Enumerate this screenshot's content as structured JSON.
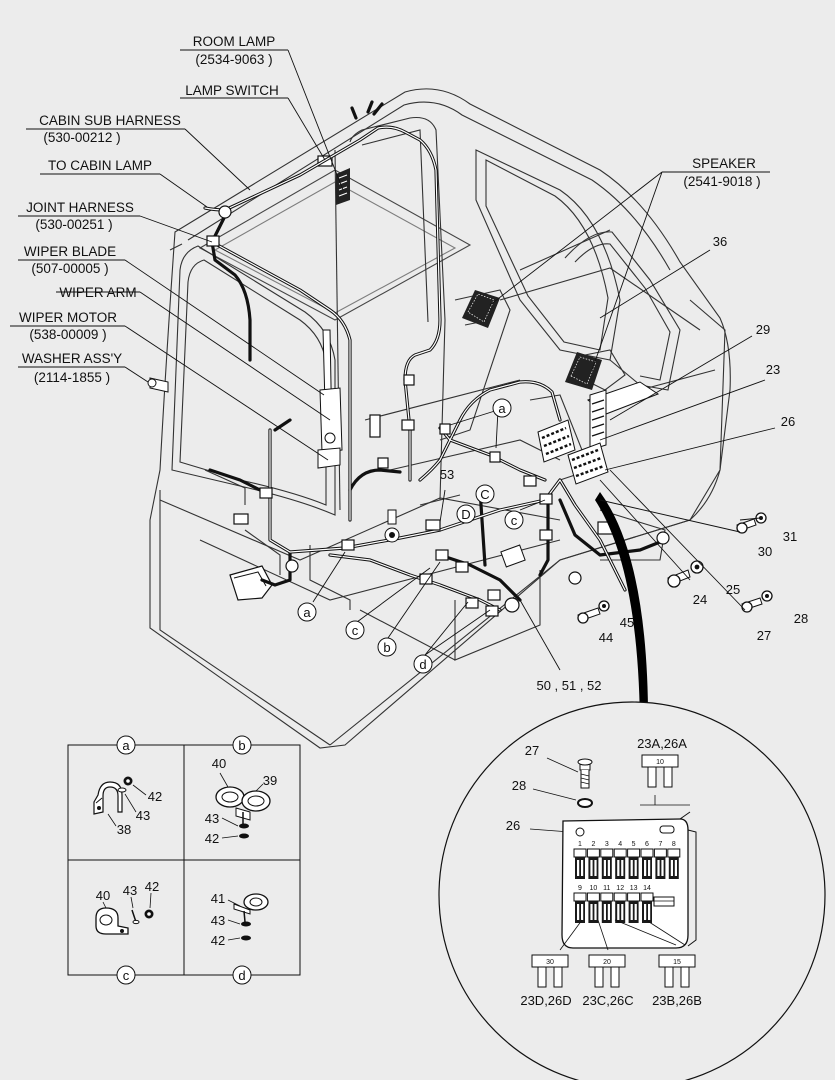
{
  "labels": {
    "room_lamp": "ROOM LAMP",
    "room_lamp_part": "(2534-9063 )",
    "lamp_switch": "LAMP SWITCH",
    "cabin_sub_harness": "CABIN SUB HARNESS",
    "cabin_sub_harness_part": "(530-00212 )",
    "to_cabin_lamp": "TO CABIN LAMP",
    "joint_harness": "JOINT HARNESS",
    "joint_harness_part": "(530-00251 )",
    "wiper_blade": "WIPER BLADE",
    "wiper_blade_part": "(507-00005 )",
    "wiper_arm": "WIPER ARM",
    "wiper_motor": "WIPER MOTOR",
    "wiper_motor_part": "(538-00009 )",
    "washer_assy": "WASHER ASS'Y",
    "washer_assy_part": "(2114-1855 )",
    "speaker": "SPEAKER",
    "speaker_part": "(2541-9018 )"
  },
  "callouts": {
    "n36": "36",
    "n29": "29",
    "n23": "23",
    "n26": "26",
    "n31": "31",
    "n30": "30",
    "n25": "25",
    "n24": "24",
    "n28": "28",
    "n27": "27",
    "n45": "45",
    "n44": "44",
    "n53": "53",
    "n50_51_52": "50 , 51 , 52"
  },
  "letters": {
    "a": "a",
    "b": "b",
    "c": "c",
    "d": "d",
    "C": "C",
    "D": "D"
  },
  "details": {
    "a": {
      "letter": "a",
      "parts": [
        "42",
        "43",
        "38"
      ]
    },
    "b": {
      "letter": "b",
      "parts": [
        "40",
        "39",
        "43",
        "42"
      ]
    },
    "c": {
      "letter": "c",
      "parts": [
        "40",
        "43",
        "42"
      ]
    },
    "d": {
      "letter": "d",
      "parts": [
        "41",
        "43",
        "42"
      ]
    }
  },
  "fuse_detail": {
    "n27": "27",
    "n28": "28",
    "n26": "26",
    "top_label": "23A,26A",
    "top_fuse": "10",
    "row1_numbers": [
      "1",
      "2",
      "3",
      "4",
      "5",
      "6",
      "7",
      "8"
    ],
    "row2_numbers": [
      "9",
      "10",
      "11",
      "12",
      "13",
      "14"
    ],
    "bottom": [
      {
        "fuse": "30",
        "label": "23D,26D"
      },
      {
        "fuse": "20",
        "label": "23C,26C"
      },
      {
        "fuse": "15",
        "label": "23B,26B"
      }
    ]
  }
}
